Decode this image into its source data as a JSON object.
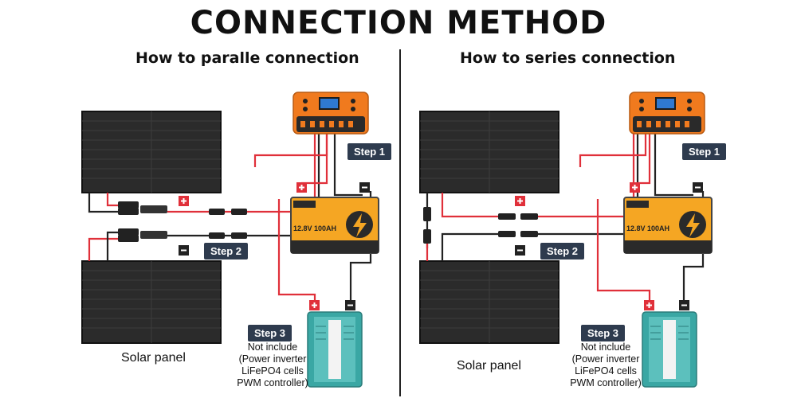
{
  "title": "CONNECTION METHOD",
  "parallel": {
    "heading": "How to paralle connection",
    "step1": "Step 1",
    "step2": "Step 2",
    "step3": "Step 3",
    "panel_label": "Solar panel",
    "note": [
      "Not include",
      "(Power inverter",
      "LiFePO4 cells",
      "PWM controller)"
    ]
  },
  "series": {
    "heading": "How to series connection",
    "step1": "Step 1",
    "step2": "Step 2",
    "step3": "Step 3",
    "panel_label": "Solar panel",
    "note": [
      "Not include",
      "(Power inverter",
      "LiFePO4 cells",
      "PWM controller)"
    ]
  },
  "battery": {
    "voltage_capacity": "12.8V 100AH"
  },
  "colors": {
    "positive_wire": "#e0303a",
    "negative_wire": "#222222",
    "controller": "#f07a1e",
    "battery": "#f5a623",
    "inverter": "#3aa7a4",
    "step_badge": "#2e3b4e",
    "panel": "#2b2b2b"
  },
  "icons": [
    "solar-panel-icon",
    "charge-controller-icon",
    "battery-icon",
    "inverter-icon",
    "plus-icon",
    "minus-icon",
    "lightning-icon"
  ]
}
